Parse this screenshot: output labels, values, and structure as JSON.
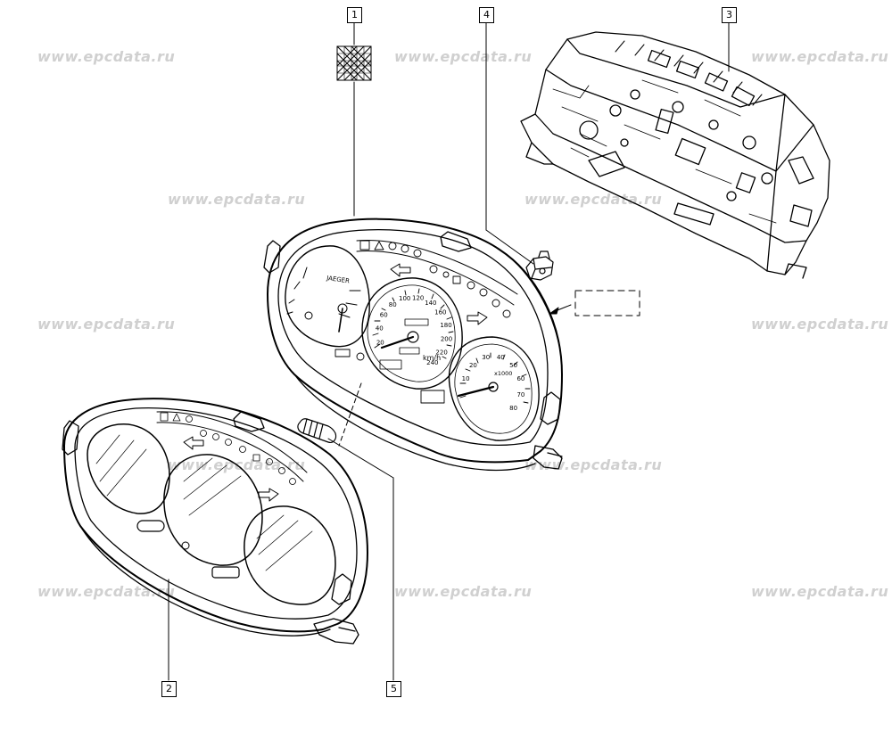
{
  "watermark": "www.epcdata.ru",
  "callouts": [
    {
      "id": "1",
      "label": "1"
    },
    {
      "id": "2",
      "label": "2"
    },
    {
      "id": "3",
      "label": "3"
    },
    {
      "id": "4",
      "label": "4"
    },
    {
      "id": "5",
      "label": "5"
    }
  ],
  "brand_label": "JAEGER",
  "speedometer": {
    "numbers": [
      "20",
      "40",
      "60",
      "80",
      "100",
      "120",
      "140",
      "160",
      "180",
      "200",
      "220",
      "240"
    ],
    "unit": "km/h"
  },
  "tachometer": {
    "numbers": [
      "10",
      "20",
      "30",
      "40",
      "50",
      "60",
      "70",
      "80"
    ],
    "multiplier": "x1000"
  },
  "colors": {
    "line": "#000000",
    "watermark": "#d0d0d0"
  }
}
